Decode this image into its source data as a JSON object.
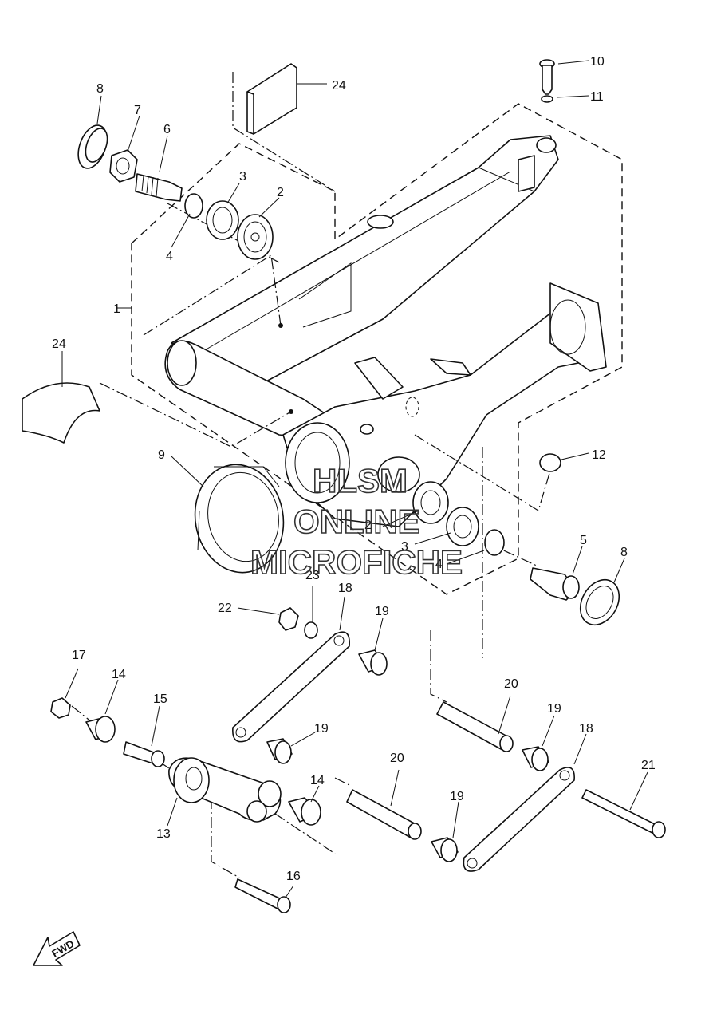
{
  "watermark": {
    "line1": "HLSM",
    "line2": "ONLINE",
    "line3": "MICROFICHE"
  },
  "fwd_label": "FWD",
  "callouts": {
    "c1": "1",
    "c2a": "2",
    "c2b": "2",
    "c3a": "3",
    "c3b": "3",
    "c4a": "4",
    "c4b": "4",
    "c5": "5",
    "c6": "6",
    "c7": "7",
    "c8a": "8",
    "c8b": "8",
    "c9": "9",
    "c10": "10",
    "c11": "11",
    "c12": "12",
    "c13": "13",
    "c14a": "14",
    "c14b": "14",
    "c15": "15",
    "c16": "16",
    "c17": "17",
    "c18a": "18",
    "c18b": "18",
    "c19a": "19",
    "c19b": "19",
    "c19c": "19",
    "c19d": "19",
    "c20a": "20",
    "c20b": "20",
    "c21": "21",
    "c22": "22",
    "c23": "23",
    "c24a": "24",
    "c24b": "24"
  }
}
